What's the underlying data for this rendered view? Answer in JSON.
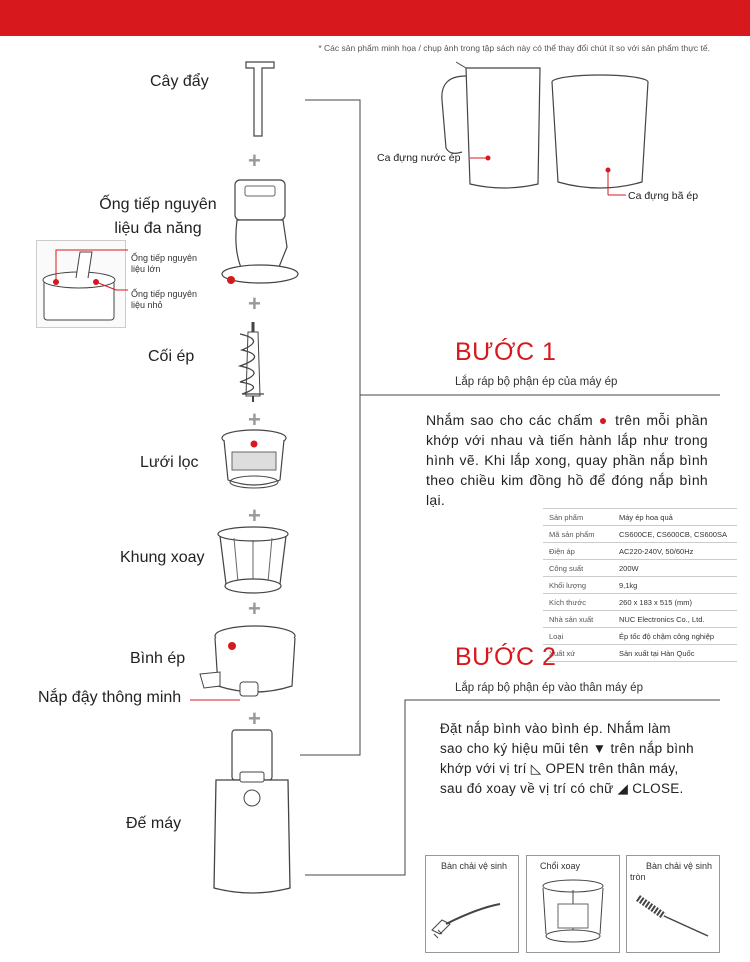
{
  "disclaimer": "* Các sản phẩm minh họa / chụp ảnh trong tập sách này có thể thay đổi chút ít so với sản phẩm thực tế.",
  "parts": {
    "pusher": "Cây đẩy",
    "hopper_line1": "Ống tiếp nguyên",
    "hopper_line2": "liệu đa năng",
    "hopper_large_line1": "Ống tiếp nguyên",
    "hopper_large_line2": "liệu lớn",
    "hopper_small_line1": "Ống tiếp nguyên",
    "hopper_small_line2": "liệu nhỏ",
    "screw": "Cối ép",
    "strainer": "Lưới lọc",
    "rotating_brush": "Khung xoay",
    "bowl": "Bình ép",
    "smart_cap": "Nắp đậy thông minh",
    "base": "Đế máy",
    "plus_sign": "+"
  },
  "cups": {
    "juice_cup": "Ca đựng nước ép",
    "pulp_cup": "Ca đựng bã ép"
  },
  "step1": {
    "title": "BƯỚC 1",
    "subtitle": "Lắp ráp bộ phận ép của máy ép",
    "text_part1": "Nhắm sao cho các chấm",
    "dot": "●",
    "text_part2": "trên mỗi phần khớp với nhau và tiến hành lắp như trong hình vẽ. Khi lắp xong, quay phần nắp bình theo chiều kim đồng hồ để đóng nắp bình lại."
  },
  "specs": [
    {
      "k": "Sản phẩm",
      "v": "Máy ép hoa quả"
    },
    {
      "k": "Mã sản phẩm",
      "v": "CS600CE, CS600CB, CS600SA"
    },
    {
      "k": "Điện áp",
      "v": "AC220-240V, 50/60Hz"
    },
    {
      "k": "Công suất",
      "v": "200W"
    },
    {
      "k": "Khối lượng",
      "v": "9,1kg"
    },
    {
      "k": "Kích thước",
      "v": "260 x 183 x 515 (mm)"
    },
    {
      "k": "Nhà sản xuất",
      "v": "NUC Electronics Co., Ltd."
    },
    {
      "k": "Loại",
      "v": "Ép tốc độ chậm công nghiệp"
    },
    {
      "k": "Xuất xứ",
      "v": "Sản xuất tại Hàn Quốc"
    }
  ],
  "step2": {
    "title": "BƯỚC 2",
    "subtitle": "Lắp ráp bộ phận ép vào thân máy ép",
    "line1": "Đặt nắp bình vào bình ép. Nhắm làm",
    "line2": "sao cho ký hiệu mũi tên ▼ trên nắp bình",
    "line3": "khớp với vị trí ◺ OPEN trên thân máy,",
    "line4": "sau đó xoay về vị trí có chữ ◢ CLOSE."
  },
  "accessories": {
    "brush": "Bàn chải vệ sinh",
    "rotary_brush": "Chổi xoay",
    "round_brush_line1": "Bàn chải vệ sinh",
    "round_brush_line2": "tròn"
  },
  "colors": {
    "brand_red": "#d7191e"
  }
}
